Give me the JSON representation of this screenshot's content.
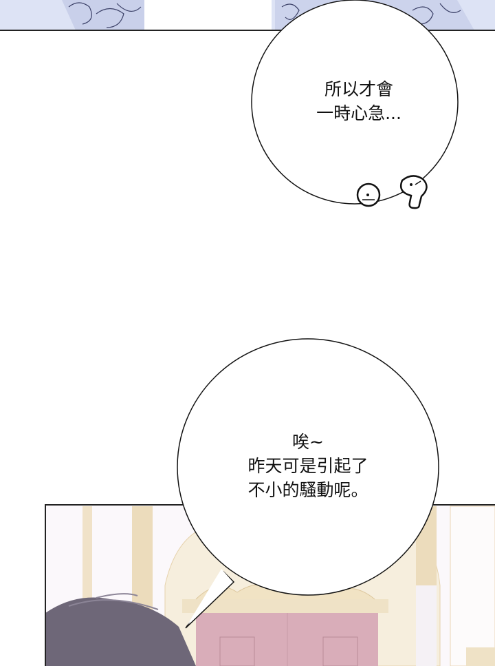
{
  "bubble_top": {
    "lines": [
      "所以才會",
      "一時心急..."
    ]
  },
  "bubble_bottom": {
    "lines": [
      "唉~",
      "昨天可是引起了",
      "不小的騷動呢。"
    ]
  },
  "colors": {
    "panel_top": "#dde3f5",
    "ink": "#111111",
    "wall": "#fbf8fb",
    "door": "#d9adb9",
    "gold": "#ead6b4",
    "hair": "#6e6778"
  }
}
